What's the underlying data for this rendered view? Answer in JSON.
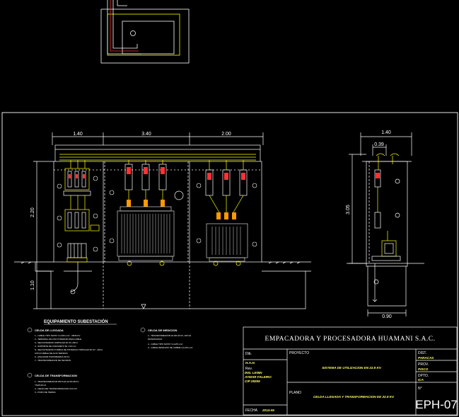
{
  "dimensions": {
    "top": [
      "1.40",
      "3.40",
      "2.00"
    ],
    "left_height": "2.20",
    "left_depth": "1.10",
    "side_width": "1.40",
    "side_inner": "0.39",
    "side_height": "3.05",
    "side_bottom": "0.90"
  },
  "legend": {
    "title": "EQUIPAMIENTO SUBESTACIÓN",
    "section1": "CELDA DE LLEGADA",
    "section1_lines": [
      "1.- CABLE TIPO N2XSY 3-1x50 mm² - 18/30 KV",
      "2.- TERMINAL DE USO INTERIOR PARA CABLE",
      "3.- SECCIONADOR UNIPOLAR 36 KV, 200 A",
      "4.- SOPORTE DE CONCRETO 60 x 60 mm",
      "5.- SECCIONADOR FUSIBLE DE POTENCIA TRIPOLAR 36 KV - 400 A",
      "    CON FUSIBLE DE ALTA TENSION",
      "6.- AISLADOR PORTABARRA 36 KV",
      "7.- TRANSFORMADOR DE TENSION"
    ],
    "section2": "CELDA DE TRANSFORMACION",
    "section2_lines": [
      "1.- TRANSFORMADOR 250 KVA 22.9/0.38 KV",
      "    YNd5 60 Hz",
      "2.- CELDA DE TRANSFORMACION 22.9 KV",
      "3.- POZO DE TIERRA"
    ],
    "section3": "CELDA DE MEDICION",
    "section3_lines": [
      "1.- TRANSFORMADOR 22.9/0.23 KV, 100 VA",
      "    MONOFASICO",
      "2.- CABLE TIPO N2XSY 3-1x25 mm²",
      "3.- CABLE DESNUDO DE COBRE 3-1x35 mm²"
    ]
  },
  "title_block": {
    "company": "EMPACADORA Y PROCESADORA HUAMANI S.A.C.",
    "dib_label": "Dib.",
    "dib_value": "H.A.H.",
    "rev_label": "Rev.",
    "rev_value": "ING. LENIN AYMAR FALEIRO CIP 28259",
    "fecha_label": "FECHA",
    "fecha_value": "2014-05",
    "proyecto_label": "PROYECTO",
    "proyecto_value": "SISTEMA DE UTILIZACION EN 22.9 KV",
    "plano_label": "PLANO",
    "plano_value": "CELDA LLEGADA Y TRANSFORMACION DE 22.9 KV",
    "dist_label": "DIST.",
    "dist_value": "PARACAS",
    "prov_label": "PROV.",
    "prov_value": "PISCO",
    "dpto_label": "DPTO.",
    "dpto_value": "ICA",
    "no_label": "N°",
    "sheet_no": "EPH-07"
  },
  "colors": {
    "frame": "#ffffff",
    "equipment": "#ffff00",
    "transformer": "#cfcfcf",
    "insulator": "#ff9900",
    "fuse": "#ff3333",
    "annotation": "#ffffff"
  }
}
